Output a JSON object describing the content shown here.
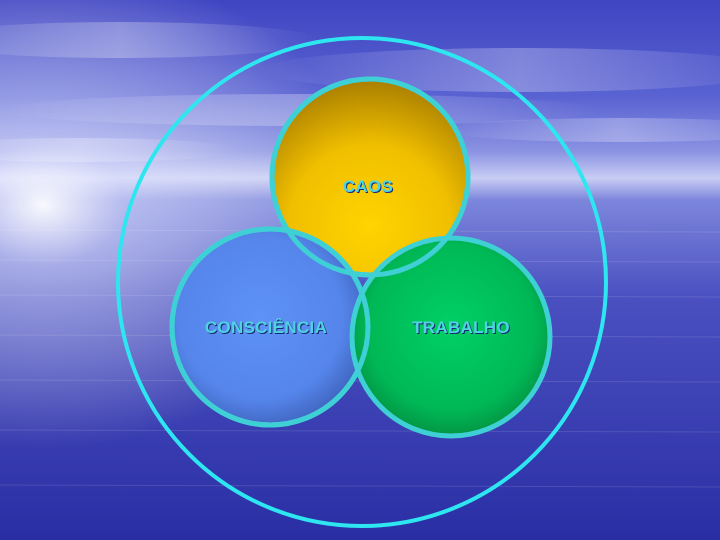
{
  "diagram": {
    "circles": [
      {
        "id": "caos",
        "label": "CAOS",
        "fill_top": "#b88a00",
        "fill_mid": "#f2c400",
        "fill_bottom": "#ffd200"
      },
      {
        "id": "consciencia",
        "label": "CONSCIÊNCIA",
        "fill_top": "#3e5fc0",
        "fill_mid": "#5b8cf0",
        "fill_bottom": "#3a55a8"
      },
      {
        "id": "trabalho",
        "label": "TRABALHO",
        "fill_top": "#08632e",
        "fill_mid": "#00c860",
        "fill_bottom": "#0a7a38"
      }
    ],
    "outline_color": "#3fd0d6",
    "outer_ring_color": "#2ee6f0",
    "label_color": "#4fd3e3",
    "label_shadow_color": "#1a2a70"
  },
  "background": {
    "sky_top": "#4148c4",
    "sky_mid": "#6f79d8",
    "horizon_glow": "#d8defa",
    "sea": "#3238b0",
    "sea_bottom": "#2a2ea4"
  }
}
